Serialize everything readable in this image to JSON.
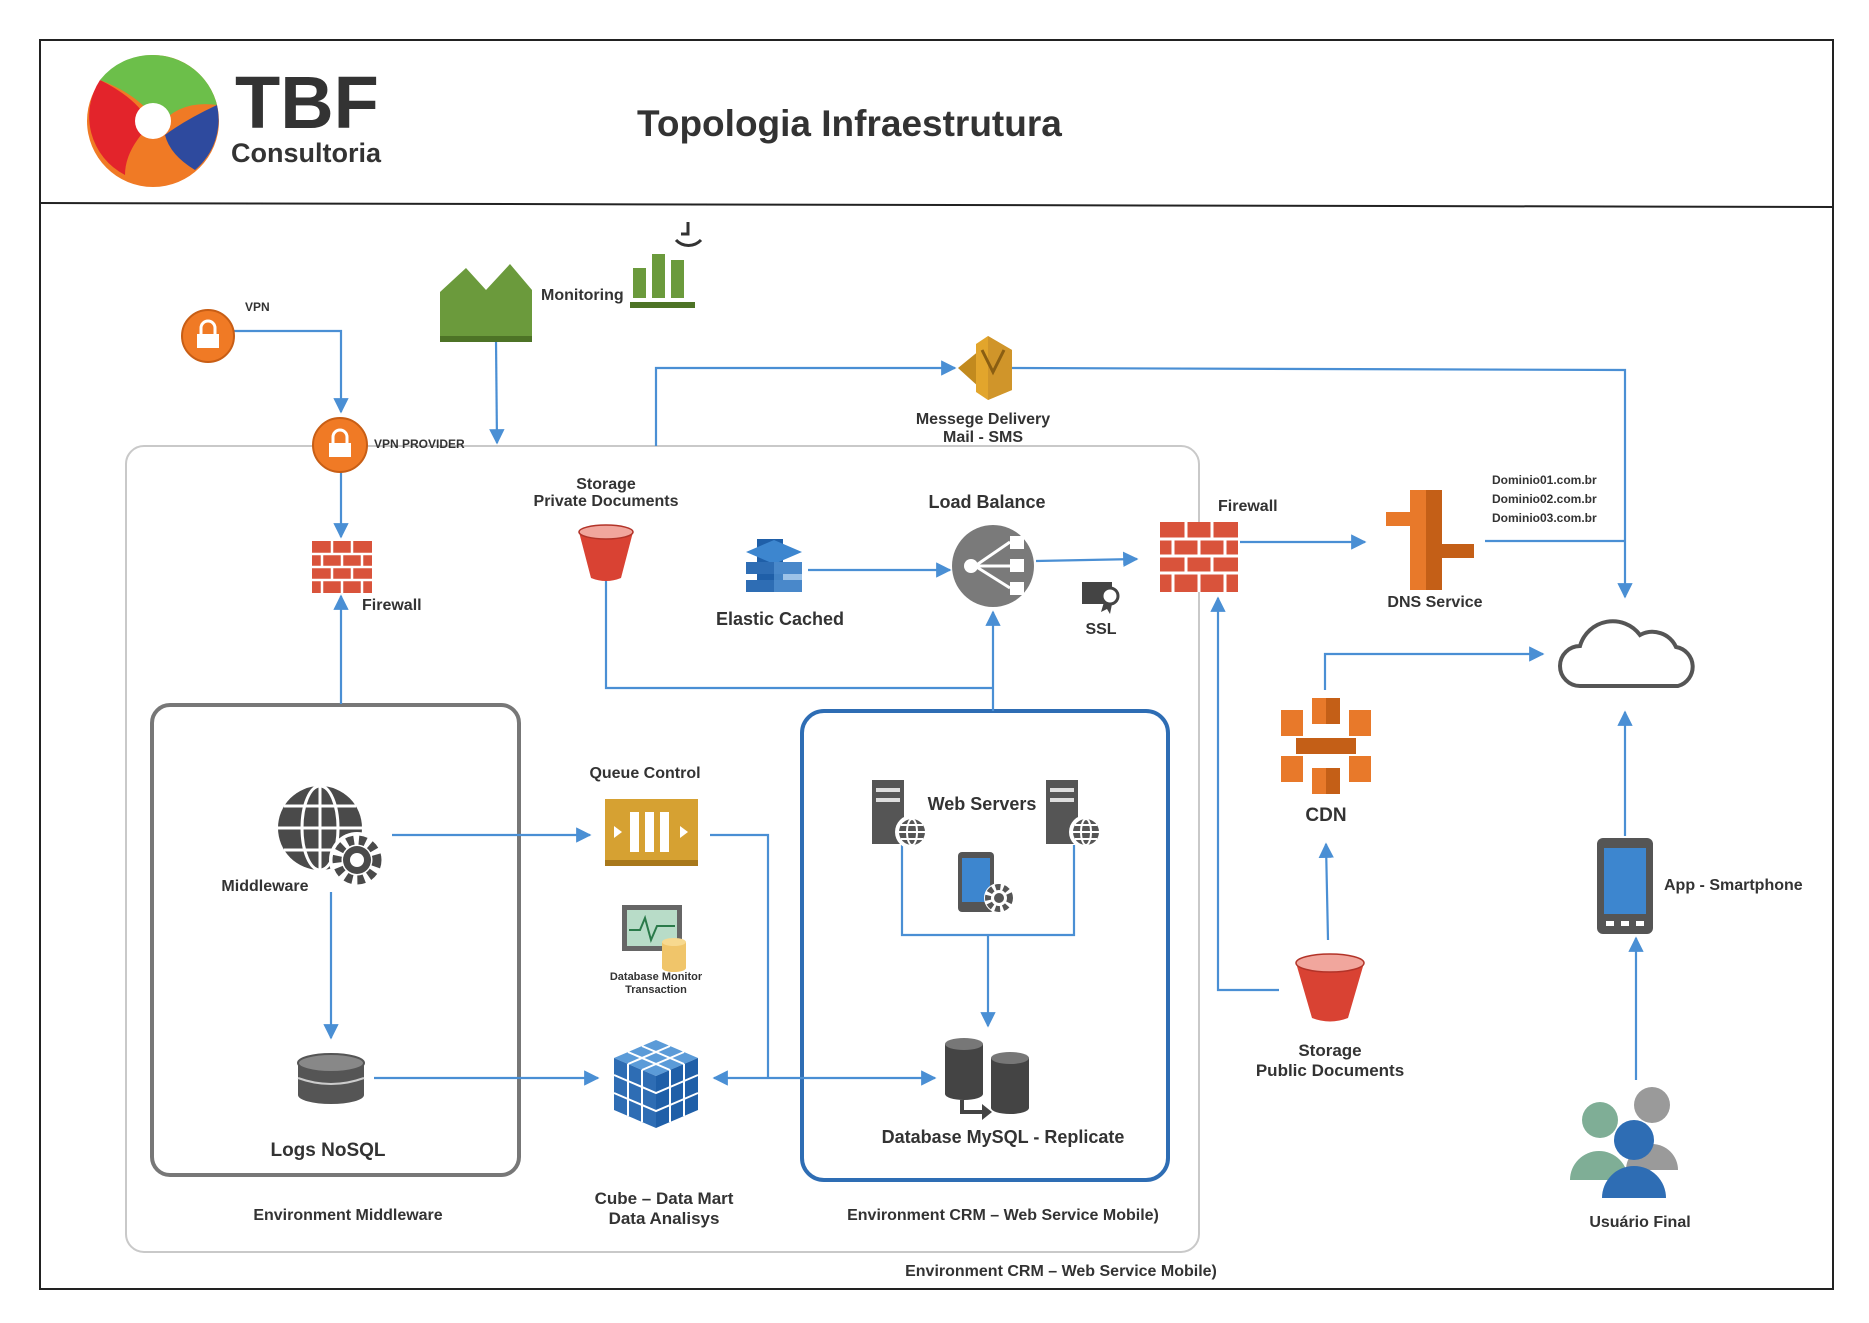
{
  "header": {
    "brand_name": "TBF",
    "brand_sub": "Consultoria",
    "title": "Topologia Infraestrutura"
  },
  "nodes": {
    "vpn": "VPN",
    "vpn_provider": "VPN PROVIDER",
    "monitoring": "Monitoring",
    "message_delivery_line1": "Messege Delivery",
    "message_delivery_line2": "Mail - SMS",
    "firewall_left": "Firewall",
    "storage_private_line1": "Storage",
    "storage_private_line2": "Private Documents",
    "elastic_cached": "Elastic Cached",
    "load_balance": "Load Balance",
    "ssl": "SSL",
    "firewall_right": "Firewall",
    "dns_service": "DNS Service",
    "domain1": "Dominio01.com.br",
    "domain2": "Dominio02.com.br",
    "domain3": "Dominio03.com.br",
    "cdn": "CDN",
    "storage_public_line1": "Storage",
    "storage_public_line2": "Public Documents",
    "app_smartphone": "App - Smartphone",
    "usuario_final": "Usuário Final",
    "middleware": "Middleware",
    "logs_nosql": "Logs NoSQL",
    "queue_control": "Queue Control",
    "db_monitor_line1": "Database Monitor",
    "db_monitor_line2": "Transaction",
    "cube_line1": "Cube – Data Mart",
    "cube_line2": "Data Analisys",
    "web_servers": "Web Servers",
    "database_mysql": "Database MySQL - Replicate"
  },
  "environments": {
    "middleware": "Environment Middleware",
    "crm_inner": "Environment CRM – Web Service Mobile)",
    "crm_outer": "Environment CRM – Web Service Mobile)"
  },
  "colors": {
    "arrow": "#4a8fd4",
    "firewall": "#d9533b",
    "aws_orange": "#e8792a",
    "aws_green": "#6b9a3c",
    "env_blue": "#2e6db4",
    "env_grey": "#777777",
    "logo_green": "#6cbf4a",
    "logo_red": "#e3242b",
    "logo_blue": "#2e4a9e",
    "logo_orange": "#f07a25"
  }
}
